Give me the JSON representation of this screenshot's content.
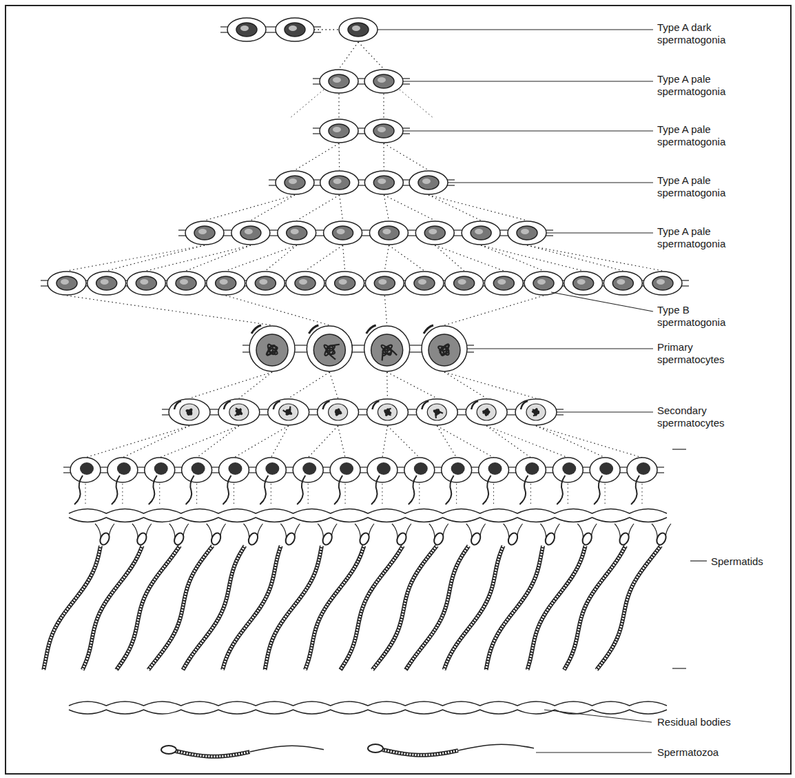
{
  "diagram": {
    "labels": [
      "Type A dark spermatogonia",
      "Type A pale spermatogonia",
      "Type A pale spermatogonia",
      "Type A pale spermatogonia",
      "Type A pale spermatogonia",
      "Type B spermatogonia",
      "Primary spermatocytes",
      "Secondary spermatocytes",
      "Spermatids",
      "Residual bodies",
      "Spermatozoa"
    ]
  }
}
